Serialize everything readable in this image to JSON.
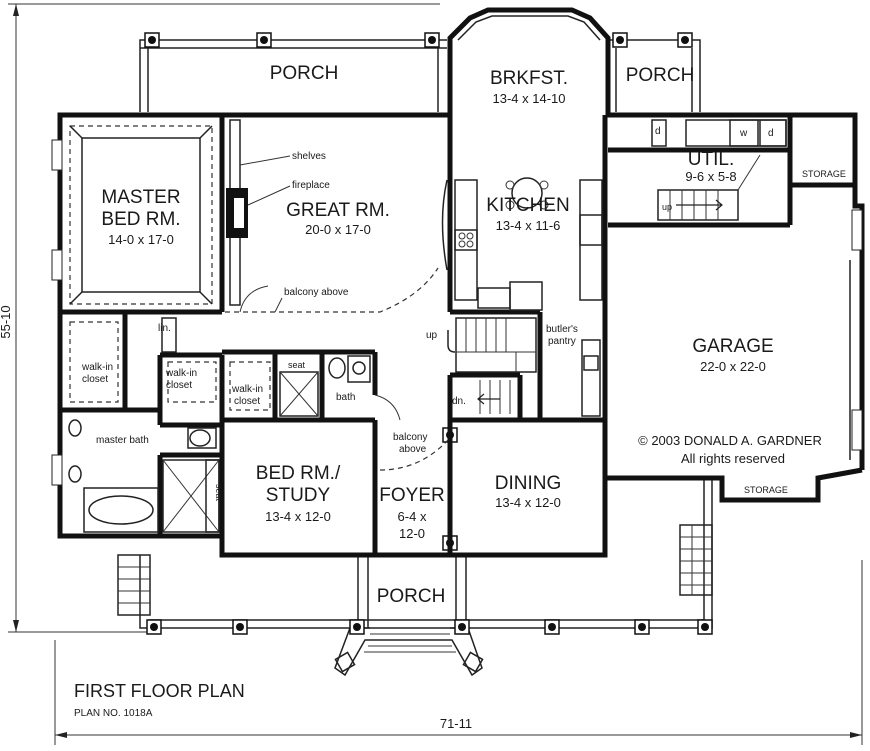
{
  "plan": {
    "title": "FIRST FLOOR PLAN",
    "plan_number": "PLAN NO. 1018A",
    "copyright_line1": "© 2003 DONALD A. GARDNER",
    "copyright_line2": "All rights reserved",
    "width_dimension": "71-11",
    "depth_dimension": "55-10"
  },
  "rooms": {
    "porch_back_left": {
      "name": "PORCH"
    },
    "porch_back_right": {
      "name": "PORCH"
    },
    "porch_front": {
      "name": "PORCH"
    },
    "breakfast": {
      "name": "BRKFST.",
      "size": "13-4 x 14-10"
    },
    "master_bed": {
      "name_line1": "MASTER",
      "name_line2": "BED RM.",
      "size": "14-0 x 17-0"
    },
    "great_room": {
      "name": "GREAT RM.",
      "size": "20-0 x 17-0"
    },
    "kitchen": {
      "name": "KITCHEN",
      "size": "13-4 x 11-6"
    },
    "utility": {
      "name": "UTIL.",
      "size": "9-6 x 5-8"
    },
    "garage": {
      "name": "GARAGE",
      "size": "22-0 x 22-0"
    },
    "bed_study": {
      "name_line1": "BED RM./",
      "name_line2": "STUDY",
      "size": "13-4 x 12-0"
    },
    "foyer": {
      "name": "FOYER",
      "size_line1": "6-4 x",
      "size_line2": "12-0"
    },
    "dining": {
      "name": "DINING",
      "size": "13-4 x 12-0"
    }
  },
  "labels": {
    "shelves": "shelves",
    "fireplace": "fireplace",
    "balcony_above_great": "balcony above",
    "balcony_above_foyer_1": "balcony",
    "balcony_above_foyer_2": "above",
    "walkin_closet_a_1": "walk-in",
    "walkin_closet_a_2": "closet",
    "walkin_closet_b_1": "walk-in",
    "walkin_closet_b_2": "closet",
    "walkin_closet_c_1": "walk-in",
    "walkin_closet_c_2": "closet",
    "linen": "lin.",
    "master_bath": "master bath",
    "bath": "bath",
    "seat_shower": "seat",
    "seat_tub": "seat",
    "stair_up": "up",
    "stair_down": "dn.",
    "util_up": "up",
    "butlers_1": "butler's",
    "butlers_2": "pantry",
    "storage_right": "STORAGE",
    "storage_bottom": "STORAGE",
    "dryer": "d",
    "washer": "w",
    "dryer2": "d"
  }
}
